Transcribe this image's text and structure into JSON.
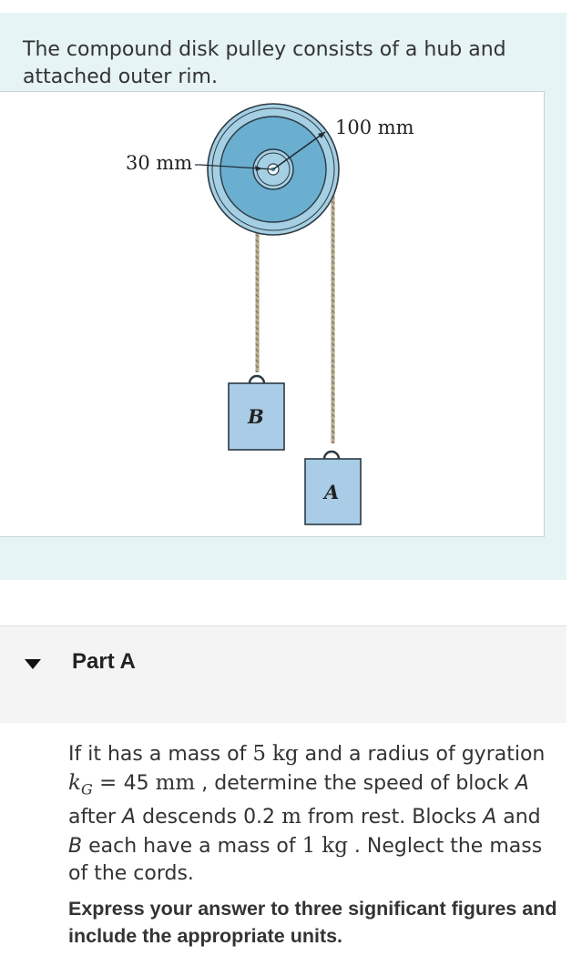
{
  "intro": {
    "text": "The compound disk pulley consists of a hub and attached outer rim."
  },
  "figure": {
    "label_outer_radius": "100 mm",
    "label_hub_radius": "30 mm",
    "block_b": "B",
    "block_a": "A",
    "colors": {
      "disk": "#6aaed0",
      "rim": "#a5cfe3",
      "block": "#a9cde6",
      "panel": "#e6f4f5"
    }
  },
  "part": {
    "label": "Part A",
    "toggle_icon": "caret-down-icon"
  },
  "question": {
    "t1": "If it has a mass of ",
    "mass_value": "5",
    "mass_unit": "kg",
    "t2": " and a radius of gyration ",
    "k_symbol": "k",
    "k_sub": "G",
    "eq": " = ",
    "k_value": "45",
    "k_unit": "mm",
    "t3": " , determine the speed of block ",
    "block_a1": "A",
    "t4": " after ",
    "block_a2": "A",
    "t5": " descends ",
    "d_value": "0.2",
    "d_unit": "m",
    "t6": " from rest. Blocks ",
    "block_a3": "A",
    "t7": " and ",
    "block_b": "B",
    "t8": " each have a mass of ",
    "m_value": "1",
    "m_unit": "kg",
    "t9": " . Neglect the mass of the cords."
  },
  "instructions": "Express your answer to three significant figures and include the appropriate units."
}
